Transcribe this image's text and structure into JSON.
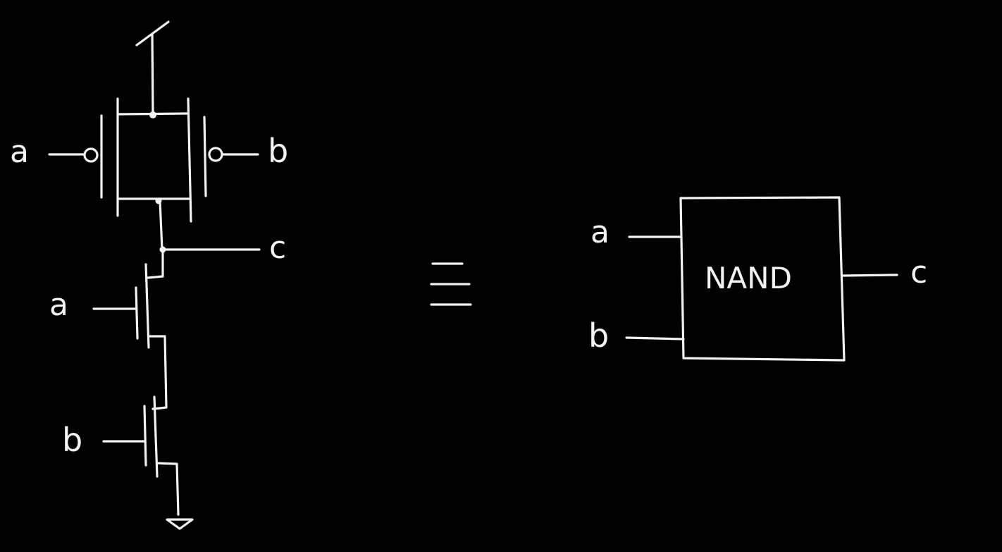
{
  "cmos": {
    "pmos_left_label": "a",
    "pmos_right_label": "b",
    "output_label": "c",
    "nmos_top_label": "a",
    "nmos_bottom_label": "b"
  },
  "equivalence_symbol": "≡",
  "gate": {
    "name": "NAND",
    "input_a": "a",
    "input_b": "b",
    "output": "c"
  },
  "colors": {
    "background": "#000000",
    "chalk": "#f2f2f2"
  }
}
